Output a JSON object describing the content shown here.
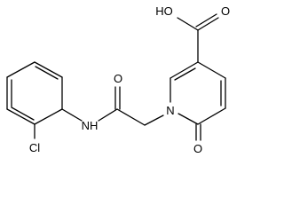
{
  "molecule": {
    "atom_labels": {
      "hydroxyl": "HO",
      "carboxyl_oxygen": "O",
      "amide_oxygen": "O",
      "amide_nitrogen": "NH",
      "ring_nitrogen": "N",
      "ring_carbonyl_oxygen": "O",
      "chlorine": "Cl"
    },
    "colors": {
      "bond": "#000000",
      "label": "#000000",
      "background": "#ffffff"
    }
  }
}
